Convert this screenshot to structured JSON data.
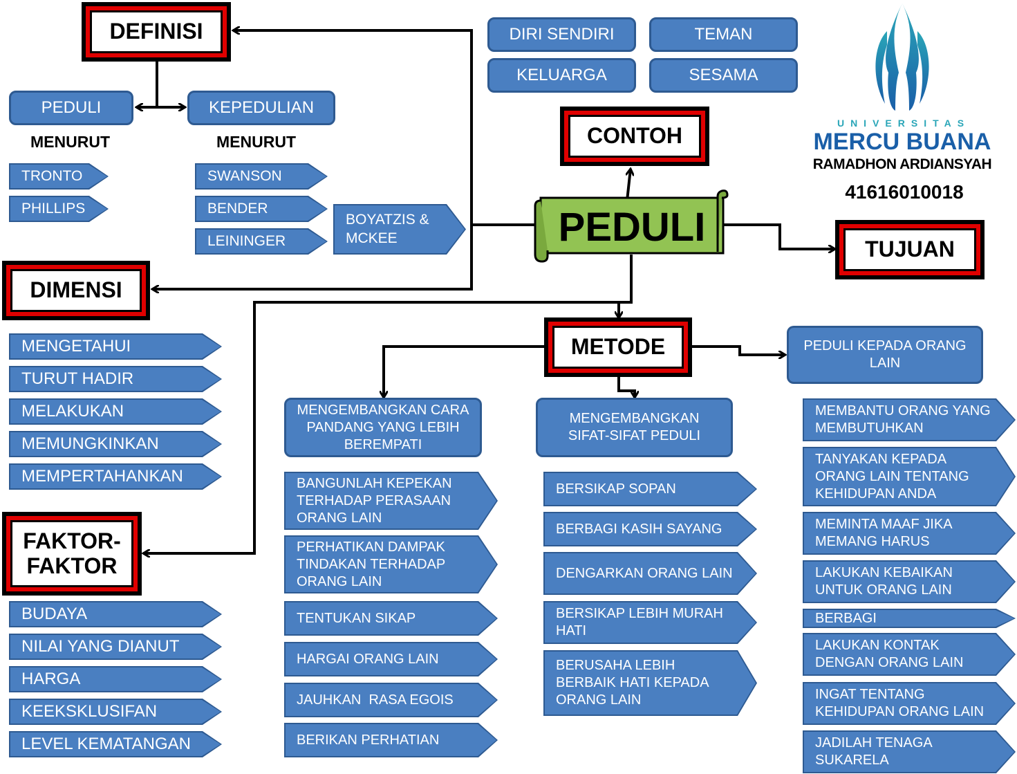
{
  "definisi": {
    "title": "DEFINISI",
    "peduli": "PEDULI",
    "kepedulian": "KEPEDULIAN",
    "menurut_left": "MENURUT",
    "menurut_right": "MENURUT",
    "left_authors": [
      "TRONTO",
      "PHILLIPS"
    ],
    "right_authors": [
      "SWANSON",
      "BENDER",
      "LEININGER"
    ],
    "boyatzis": "BOYATZIS & MCKEE"
  },
  "contoh": {
    "title": "CONTOH",
    "items": [
      "DIRI SENDIRI",
      "TEMAN",
      "KELUARGA",
      "SESAMA"
    ]
  },
  "center": {
    "title": "PEDULI"
  },
  "tujuan": {
    "title": "TUJUAN"
  },
  "logo": {
    "universitas": "UNIVERSITAS",
    "name": "MERCU BUANA",
    "author": "RAMADHON ARDIANSYAH",
    "nim": "41616010018"
  },
  "dimensi": {
    "title": "DIMENSI",
    "items": [
      "MENGETAHUI",
      "TURUT HADIR",
      "MELAKUKAN",
      "MEMUNGKINKAN",
      "MEMPERTAHANKAN"
    ]
  },
  "faktor": {
    "title": "FAKTOR-FAKTOR",
    "items": [
      "BUDAYA",
      "NILAI YANG DIANUT",
      "HARGA",
      "KEEKSKLUSIFAN",
      "LEVEL KEMATANGAN"
    ]
  },
  "metode": {
    "title": "METODE",
    "col1_header": "MENGEMBANGKAN CARA PANDANG YANG LEBIH BEREMPATI",
    "col1_items": [
      "BANGUNLAH KEPEKAN TERHADAP PERASAAN ORANG LAIN",
      "PERHATIKAN DAMPAK TINDAKAN TERHADAP ORANG LAIN",
      "TENTUKAN SIKAP",
      "HARGAI ORANG LAIN",
      "JAUHKAN  RASA EGOIS",
      "BERIKAN PERHATIAN"
    ],
    "col2_header": "MENGEMBANGKAN SIFAT-SIFAT PEDULI",
    "col2_items": [
      "BERSIKAP SOPAN",
      "BERBAGI KASIH SAYANG",
      "DENGARKAN ORANG LAIN",
      "BERSIKAP LEBIH MURAH HATI",
      "BERUSAHA LEBIH BERBAIK HATI KEPADA ORANG LAIN"
    ],
    "col3_header": "PEDULI KEPADA ORANG LAIN",
    "col3_items": [
      "MEMBANTU ORANG YANG MEMBUTUHKAN",
      "TANYAKAN KEPADA ORANG LAIN TENTANG KEHIDUPAN ANDA",
      "MEMINTA MAAF JIKA MEMANG HARUS",
      "LAKUKAN KEBAIKAN UNTUK ORANG LAIN",
      "BERBAGI",
      "LAKUKAN KONTAK DENGAN ORANG LAIN",
      "INGAT TENTANG KEHIDUPAN ORANG LAIN",
      "JADILAH TENAGA SUKARELA"
    ]
  },
  "colors": {
    "box_fill": "#4a7fc1",
    "box_border": "#2e5a91",
    "frame_red": "#e00000",
    "scroll_green": "#92c353",
    "logo_blue": "#1a5fa8",
    "logo_teal": "#2aa6b8"
  }
}
